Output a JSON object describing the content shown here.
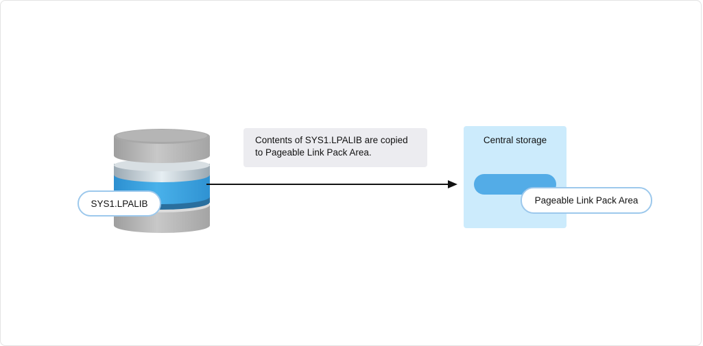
{
  "diagram": {
    "source_dataset": {
      "label": "SYS1.LPALIB",
      "icon": "database-icon",
      "colors": {
        "accent_band": "#3da5e0",
        "disk_gray": "#b8b8b8"
      }
    },
    "transfer": {
      "description_line1": "Contents of SYS1.LPALIB are copied",
      "description_line2": "to Pageable Link Pack Area."
    },
    "central_storage": {
      "title": "Central storage",
      "region_label": "Pageable Link Pack Area",
      "colors": {
        "panel": "#ccebfc",
        "region": "#53ace7",
        "label_border": "#9cc8ec"
      }
    }
  }
}
